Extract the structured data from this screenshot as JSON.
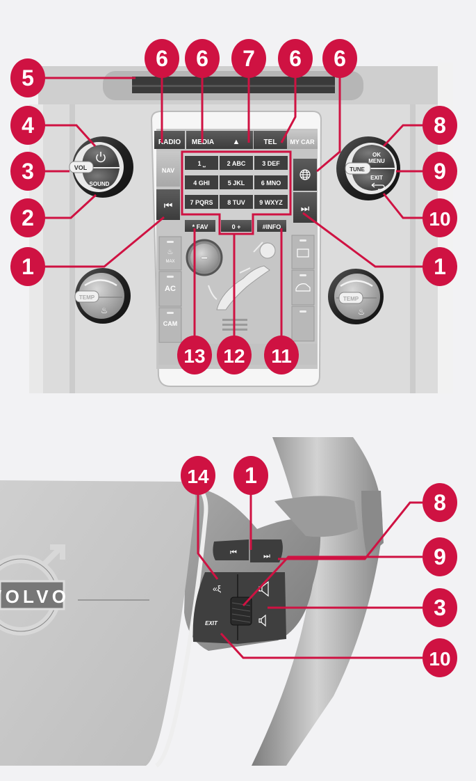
{
  "accent_color": "#cf1242",
  "center_console": {
    "top_buttons": [
      "RADIO",
      "MEDIA",
      "▲",
      "TEL",
      "MY CAR"
    ],
    "nav_label": "NAV",
    "keypad": [
      [
        "1 ⎵",
        "2 ABC",
        "3 DEF"
      ],
      [
        "4 GHI",
        "5 JKL",
        "6 MNO"
      ],
      [
        "7 PQRS",
        "8 TUV",
        "9 WXYZ"
      ]
    ],
    "bottom_keys": [
      "* FAV",
      "0 +",
      "#INFO"
    ],
    "left_knob": {
      "top_icon": "power-icon",
      "side_label": "VOL",
      "bottom_label": "SOUND"
    },
    "right_knob": {
      "top_label_1": "OK",
      "top_label_2": "MENU",
      "side_label": "TUNE",
      "bottom_label": "EXIT"
    },
    "climate_left_buttons": [
      "MAX",
      "AC",
      "CAM"
    ],
    "temp_label": "TEMP",
    "skip_back_icon": "⏮",
    "skip_forward_icon": "⏭"
  },
  "steering_wheel": {
    "logo_text": "VOLVO",
    "exit_label": "EXIT",
    "skip_back_icon": "⏮",
    "skip_forward_icon": "⏭"
  },
  "callouts_top": [
    {
      "num": "6",
      "target": "RADIO"
    },
    {
      "num": "6",
      "target": "MEDIA"
    },
    {
      "num": "7",
      "target": "eject"
    },
    {
      "num": "6",
      "target": "TEL"
    },
    {
      "num": "6",
      "target": "internet"
    },
    {
      "num": "5",
      "target": "disc slot"
    },
    {
      "num": "4",
      "target": "power"
    },
    {
      "num": "3",
      "target": "VOL"
    },
    {
      "num": "2",
      "target": "SOUND"
    },
    {
      "num": "1",
      "target": "skip back"
    },
    {
      "num": "8",
      "target": "OK/MENU"
    },
    {
      "num": "9",
      "target": "TUNE"
    },
    {
      "num": "10",
      "target": "EXIT"
    },
    {
      "num": "1",
      "target": "skip forward"
    },
    {
      "num": "13",
      "target": "FAV"
    },
    {
      "num": "12",
      "target": "keypad"
    },
    {
      "num": "11",
      "target": "INFO"
    }
  ],
  "callouts_bottom": [
    {
      "num": "14",
      "target": "voice control"
    },
    {
      "num": "1",
      "target": "skip"
    },
    {
      "num": "8",
      "target": "thumbwheel press"
    },
    {
      "num": "9",
      "target": "thumbwheel scroll"
    },
    {
      "num": "3",
      "target": "volume"
    },
    {
      "num": "10",
      "target": "EXIT"
    }
  ]
}
